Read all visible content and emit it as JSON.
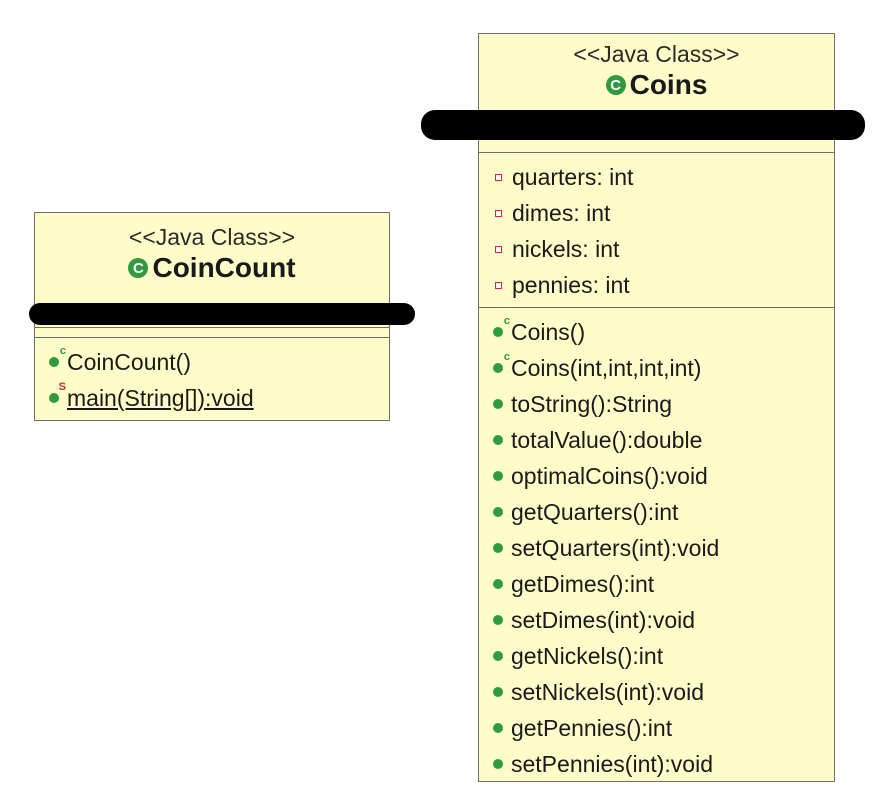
{
  "classes": {
    "coincount": {
      "stereotype": "<<Java Class>>",
      "name": "CoinCount",
      "icon": "class-icon",
      "icon_letter": "C",
      "attributes": [],
      "operations": [
        {
          "text": "CoinCount()",
          "modifier": "c",
          "icon": "constructor-icon"
        },
        {
          "text": "main(String[]):void",
          "modifier": "S",
          "icon": "static-method-icon",
          "underlined": true
        }
      ]
    },
    "coins": {
      "stereotype": "<<Java Class>>",
      "name": "Coins",
      "icon": "class-icon",
      "icon_letter": "C",
      "attributes": [
        {
          "text": "quarters: int",
          "visibility": "private"
        },
        {
          "text": "dimes: int",
          "visibility": "private"
        },
        {
          "text": "nickels: int",
          "visibility": "private"
        },
        {
          "text": "pennies: int",
          "visibility": "private"
        }
      ],
      "operations": [
        {
          "text": "Coins()",
          "modifier": "c",
          "icon": "constructor-icon"
        },
        {
          "text": "Coins(int,int,int,int)",
          "modifier": "c",
          "icon": "constructor-icon"
        },
        {
          "text": "toString():String",
          "icon": "public-method-icon"
        },
        {
          "text": "totalValue():double",
          "icon": "public-method-icon"
        },
        {
          "text": "optimalCoins():void",
          "icon": "public-method-icon"
        },
        {
          "text": "getQuarters():int",
          "icon": "public-method-icon"
        },
        {
          "text": "setQuarters(int):void",
          "icon": "public-method-icon"
        },
        {
          "text": "getDimes():int",
          "icon": "public-method-icon"
        },
        {
          "text": "setDimes(int):void",
          "icon": "public-method-icon"
        },
        {
          "text": "getNickels():int",
          "icon": "public-method-icon"
        },
        {
          "text": "setNickels(int):void",
          "icon": "public-method-icon"
        },
        {
          "text": "getPennies():int",
          "icon": "public-method-icon"
        },
        {
          "text": "setPennies(int):void",
          "icon": "public-method-icon"
        }
      ]
    }
  },
  "colors": {
    "class_fill": "#fefcc8",
    "border": "#6e6e6e",
    "public": "#2f9b3e",
    "private": "#c8283a",
    "redaction": "#000000"
  }
}
